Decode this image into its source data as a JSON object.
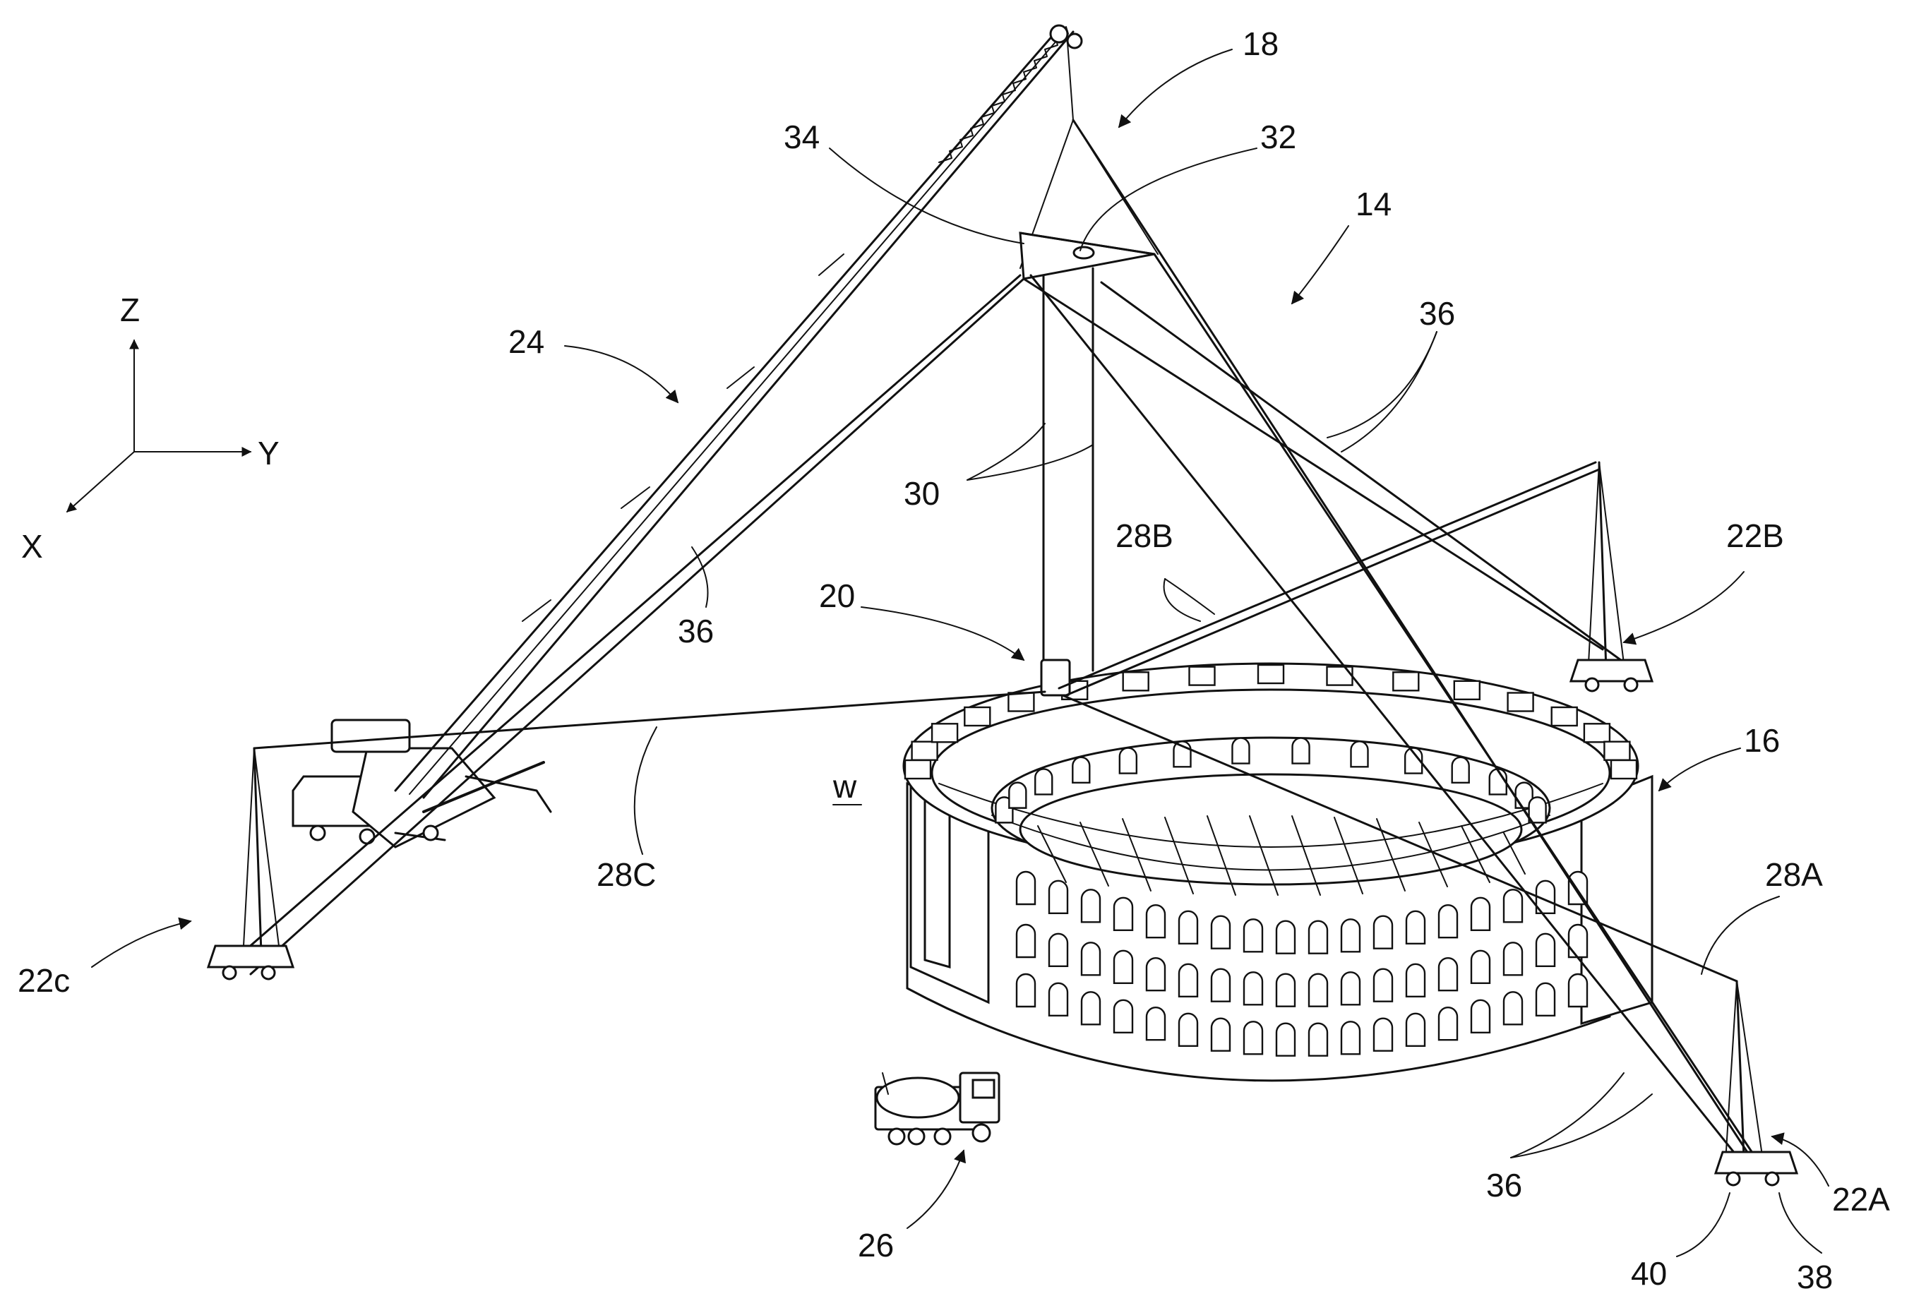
{
  "labels": {
    "ref_18": "18",
    "ref_34": "34",
    "ref_32": "32",
    "ref_14": "14",
    "ref_36_right": "36",
    "ref_24": "24",
    "ref_30": "30",
    "ref_28B": "28B",
    "ref_22B": "22B",
    "ref_20": "20",
    "ref_36_left": "36",
    "ref_16": "16",
    "ref_w": "w",
    "ref_28C": "28C",
    "ref_28A": "28A",
    "ref_22c": "22c",
    "ref_36_bottom": "36",
    "ref_22A": "22A",
    "ref_26": "26",
    "ref_40": "40",
    "ref_38": "38"
  },
  "axes": {
    "z": "Z",
    "y": "Y",
    "x": "X"
  }
}
